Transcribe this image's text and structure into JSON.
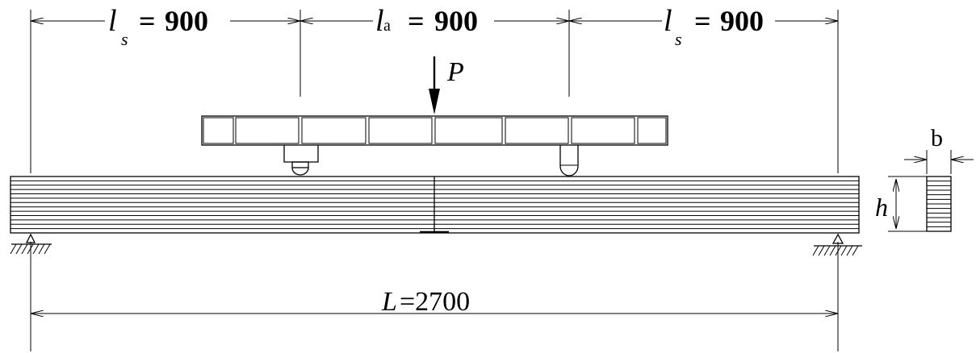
{
  "dimensions": {
    "shear_span_left": {
      "symbol": "l",
      "subscript": "s",
      "value": "900"
    },
    "center_span": {
      "symbol": "l",
      "subscript": "a",
      "value": "900"
    },
    "shear_span_right": {
      "symbol": "l",
      "subscript": "s",
      "value": "900"
    },
    "total_span": {
      "symbol": "L",
      "value": "=2700"
    }
  },
  "load": {
    "label": "P"
  },
  "cross_section": {
    "width_label": "b",
    "height_label": "h"
  }
}
